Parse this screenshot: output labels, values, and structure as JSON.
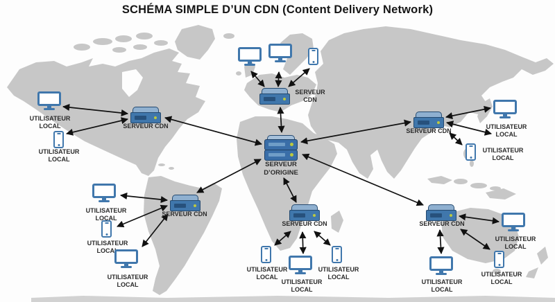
{
  "title": "SCHÉMA SIMPLE D’UN CDN (Content Delivery Network)",
  "origin": {
    "label": "SERVEUR D’ORIGINE"
  },
  "regions": {
    "europe": {
      "server_label": "SERVEUR CDN",
      "users": [
        {
          "device": "desktop"
        },
        {
          "device": "desktop"
        },
        {
          "device": "smartphone"
        }
      ]
    },
    "north_america": {
      "server_label": "SERVEUR CDN",
      "users": [
        {
          "device": "desktop",
          "label": "UTILISATEUR LOCAL"
        },
        {
          "device": "smartphone",
          "label": "UTILISATEUR LOCAL"
        }
      ]
    },
    "asia": {
      "server_label": "SERVEUR CDN",
      "users": [
        {
          "device": "desktop",
          "label": "UTILISATEUR LOCAL"
        },
        {
          "device": "smartphone",
          "label": "UTILISATEUR LOCAL"
        }
      ]
    },
    "south_america": {
      "server_label": "SERVEUR CDN",
      "users": [
        {
          "device": "desktop",
          "label": "UTILISATEUR LOCAL"
        },
        {
          "device": "smartphone",
          "label": "UTILISATEUR LOCAL"
        },
        {
          "device": "desktop",
          "label": "UTILISATEUR LOCAL"
        }
      ]
    },
    "africa": {
      "server_label": "SERVEUR CDN",
      "users": [
        {
          "device": "smartphone",
          "label": "UTILISATEUR LOCAL"
        },
        {
          "device": "desktop",
          "label": "UTILISATEUR LOCAL"
        },
        {
          "device": "smartphone",
          "label": "UTILISATEUR LOCAL"
        }
      ]
    },
    "australia": {
      "server_label": "SERVEUR CDN",
      "users": [
        {
          "device": "desktop",
          "label": "UTILISATEUR LOCAL"
        },
        {
          "device": "smartphone",
          "label": "UTILISATEUR LOCAL"
        },
        {
          "device": "desktop",
          "label": "UTILISATEUR LOCAL"
        }
      ]
    }
  },
  "colors": {
    "land": "#c7c7c7",
    "ocean": "#fdfdfd",
    "device_blue": "#4077ac",
    "device_outline": "#24496f",
    "led_green": "#bcc93e",
    "arrow": "#111111"
  }
}
